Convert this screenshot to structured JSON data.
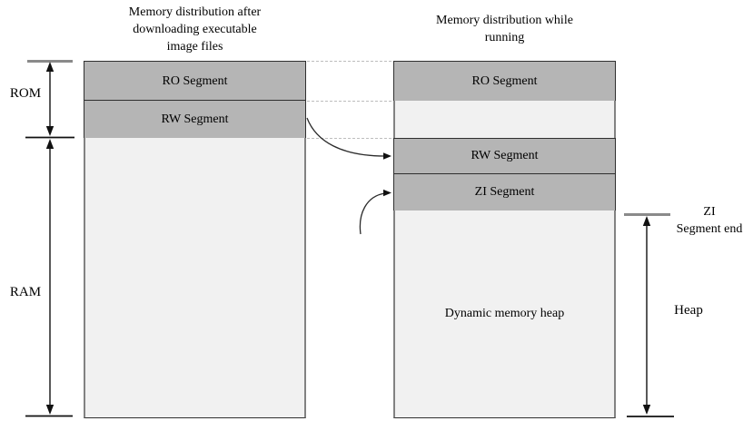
{
  "titles": {
    "left": [
      "Memory distribution after",
      "downloading executable",
      "image files"
    ],
    "right": [
      "Memory distribution while",
      "running"
    ]
  },
  "left_column": {
    "segments": [
      {
        "label": "RO Segment"
      },
      {
        "label": "RW Segment"
      }
    ]
  },
  "right_column": {
    "segments": [
      {
        "label": "RO Segment"
      },
      {
        "label": "RW Segment"
      },
      {
        "label": "ZI Segment"
      }
    ],
    "heap_label": "Dynamic memory heap"
  },
  "labels": {
    "rom": "ROM",
    "ram": "RAM",
    "heap": "Heap",
    "zi_end": [
      "ZI",
      "Segment end"
    ]
  },
  "colors": {
    "segment_fill": "#b5b5b5",
    "light_fill": "#f1f1f1",
    "border_dark": "#2f2f2f",
    "border_gray": "#828282",
    "dashed_line": "#bdbdbd",
    "arrow_color": "#111111",
    "tick_gray": "#8a8a8a"
  }
}
